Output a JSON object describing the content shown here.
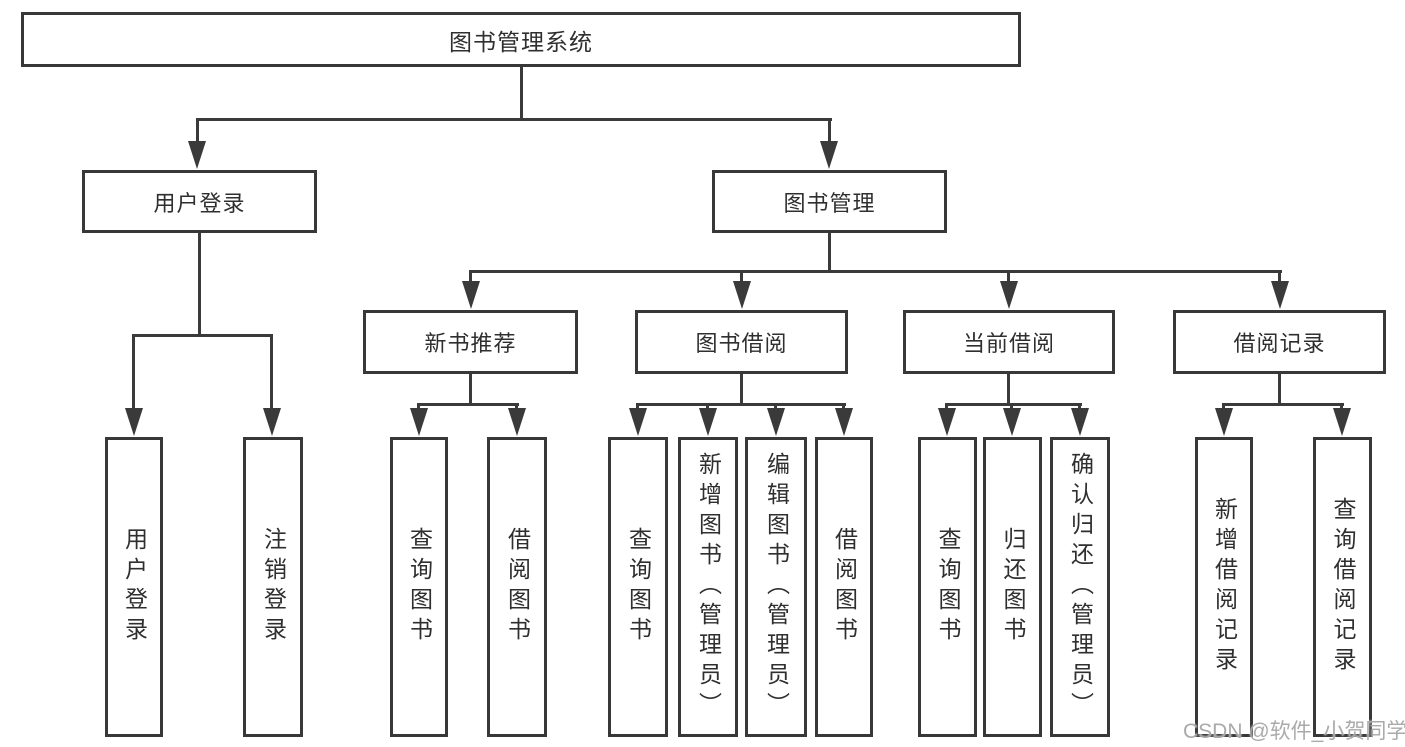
{
  "tree": {
    "root": {
      "label": "图书管理系统"
    },
    "branches": [
      {
        "label": "用户登录",
        "children": [
          {
            "label": "用户登录"
          },
          {
            "label": "注销登录"
          }
        ]
      },
      {
        "label": "图书管理",
        "children": [
          {
            "label": "新书推荐",
            "children": [
              {
                "label": "查询图书"
              },
              {
                "label": "借阅图书"
              }
            ]
          },
          {
            "label": "图书借阅",
            "children": [
              {
                "label": "查询图书"
              },
              {
                "label": "新增图书（管理员）"
              },
              {
                "label": "编辑图书（管理员）"
              },
              {
                "label": "借阅图书"
              }
            ]
          },
          {
            "label": "当前借阅",
            "children": [
              {
                "label": "查询图书"
              },
              {
                "label": "归还图书"
              },
              {
                "label": "确认归还（管理员）"
              }
            ]
          },
          {
            "label": "借阅记录",
            "children": [
              {
                "label": "新增借阅记录"
              },
              {
                "label": "查询借阅记录"
              }
            ]
          }
        ]
      }
    ]
  },
  "watermark": {
    "text": "CSDN @软件_小贺同学"
  },
  "colors": {
    "line": "#3a3a3a",
    "border": "#383838",
    "text": "#2f2f2f",
    "watermark": "#a5a5a5",
    "background": "#ffffff"
  }
}
